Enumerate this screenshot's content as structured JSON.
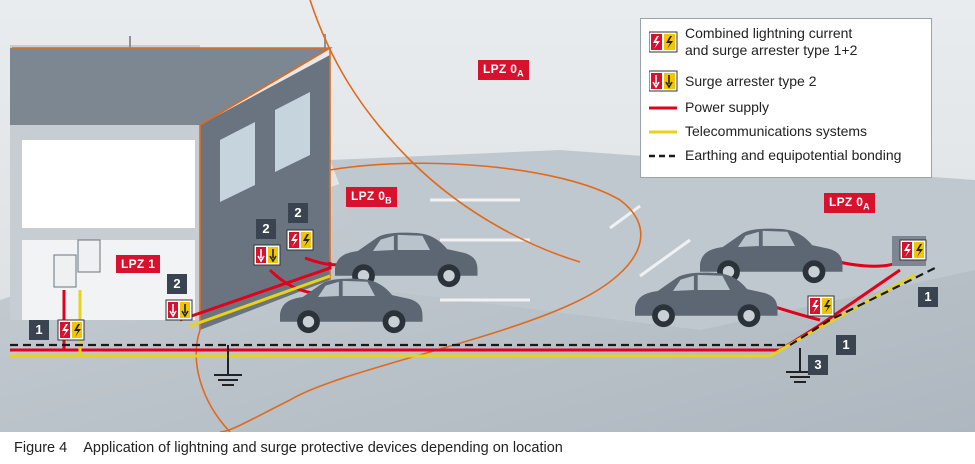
{
  "legend": {
    "items": [
      {
        "label_line1": "Combined lightning current",
        "label_line2": "and surge arrester type 1+2",
        "icon": "type-1-2-arrester-icon"
      },
      {
        "label_line1": "Surge arrester type 2",
        "icon": "type-2-arrester-icon"
      },
      {
        "label_line1": "Power supply",
        "icon": "red-line-icon"
      },
      {
        "label_line1": "Telecommunications systems",
        "icon": "yellow-line-icon"
      },
      {
        "label_line1": "Earthing and equipotential bonding",
        "icon": "black-dashed-line-icon"
      }
    ]
  },
  "zones": {
    "lpz0a_top": {
      "main": "LPZ 0",
      "sub": "A"
    },
    "lpz0b": {
      "main": "LPZ 0",
      "sub": "B"
    },
    "lpz1": {
      "main": "LPZ 1",
      "sub": ""
    },
    "lpz0a_right": {
      "main": "LPZ 0",
      "sub": "A"
    }
  },
  "markers": {
    "building_1": "1",
    "garage_2a": "2",
    "garage_2b": "2",
    "building_2": "2",
    "right_1a": "1",
    "right_1b": "1",
    "right_3": "3"
  },
  "caption": {
    "figure": "Figure 4",
    "text": "Application of lightning and surge protective devices depending on location"
  },
  "colors": {
    "power": "#e2001a",
    "telecom": "#e8d21a",
    "earthing": "#1a1a1a",
    "zone_bg": "#d7112e",
    "lightning_conductor": "#e06a1c",
    "ground": "#b9c1c8",
    "building": "#6a7480"
  }
}
